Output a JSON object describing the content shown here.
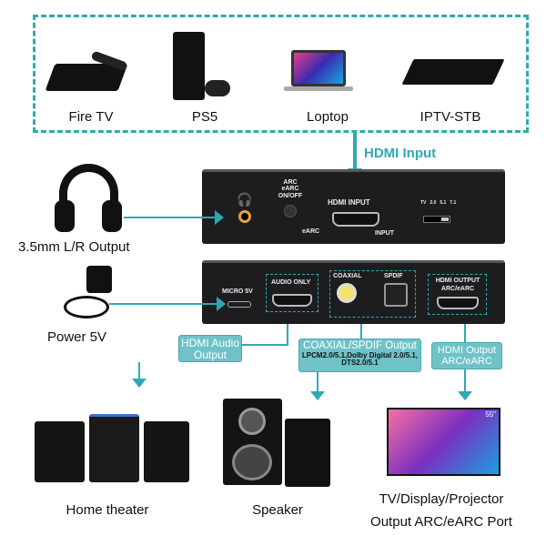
{
  "devices": [
    {
      "label": "Fire TV"
    },
    {
      "label": "PS5"
    },
    {
      "label": "Loptop"
    },
    {
      "label": "IPTV-STB"
    }
  ],
  "hdmi_input_label": "HDMI Input",
  "top_panel": {
    "arc_label": "ARC\neARC\nON/OFF",
    "hdmi_input": "HDMI INPUT",
    "earc": "eARC",
    "input": "INPUT",
    "switch_labels": [
      "TV",
      "2.0",
      "5.1",
      "7.1"
    ]
  },
  "bottom_panel": {
    "micro5v": "MICRO 5V",
    "audio_only": "AUDIO ONLY",
    "coaxial": "COAXIAL",
    "spdif": "SPDIF",
    "hdmi_output": "HDMI OUTPUT",
    "arc_earc": "ARC/eARC"
  },
  "left_labels": {
    "headphone": "3.5mm L/R Output",
    "power": "Power 5V"
  },
  "callouts": {
    "hdmi_audio": "HDMI Audio Output",
    "coax_title": "COAXIAL/SPDIF Output",
    "coax_formats": "LPCM2.0/5.1,Dolby Digital 2.0/5.1, DTS2.0/5.1",
    "hdmi_output": "HDMI Output ARC/eARC"
  },
  "outputs": [
    {
      "label": "Home theater"
    },
    {
      "label": "Speaker"
    },
    {
      "label": "TV/Display/Projector"
    },
    {
      "label": "Output ARC/eARC Port"
    }
  ],
  "tv_size": "55\"",
  "colors": {
    "accent": "#2ea9b4",
    "callout": "#6fc3c8",
    "panel": "#1d1d1f"
  }
}
